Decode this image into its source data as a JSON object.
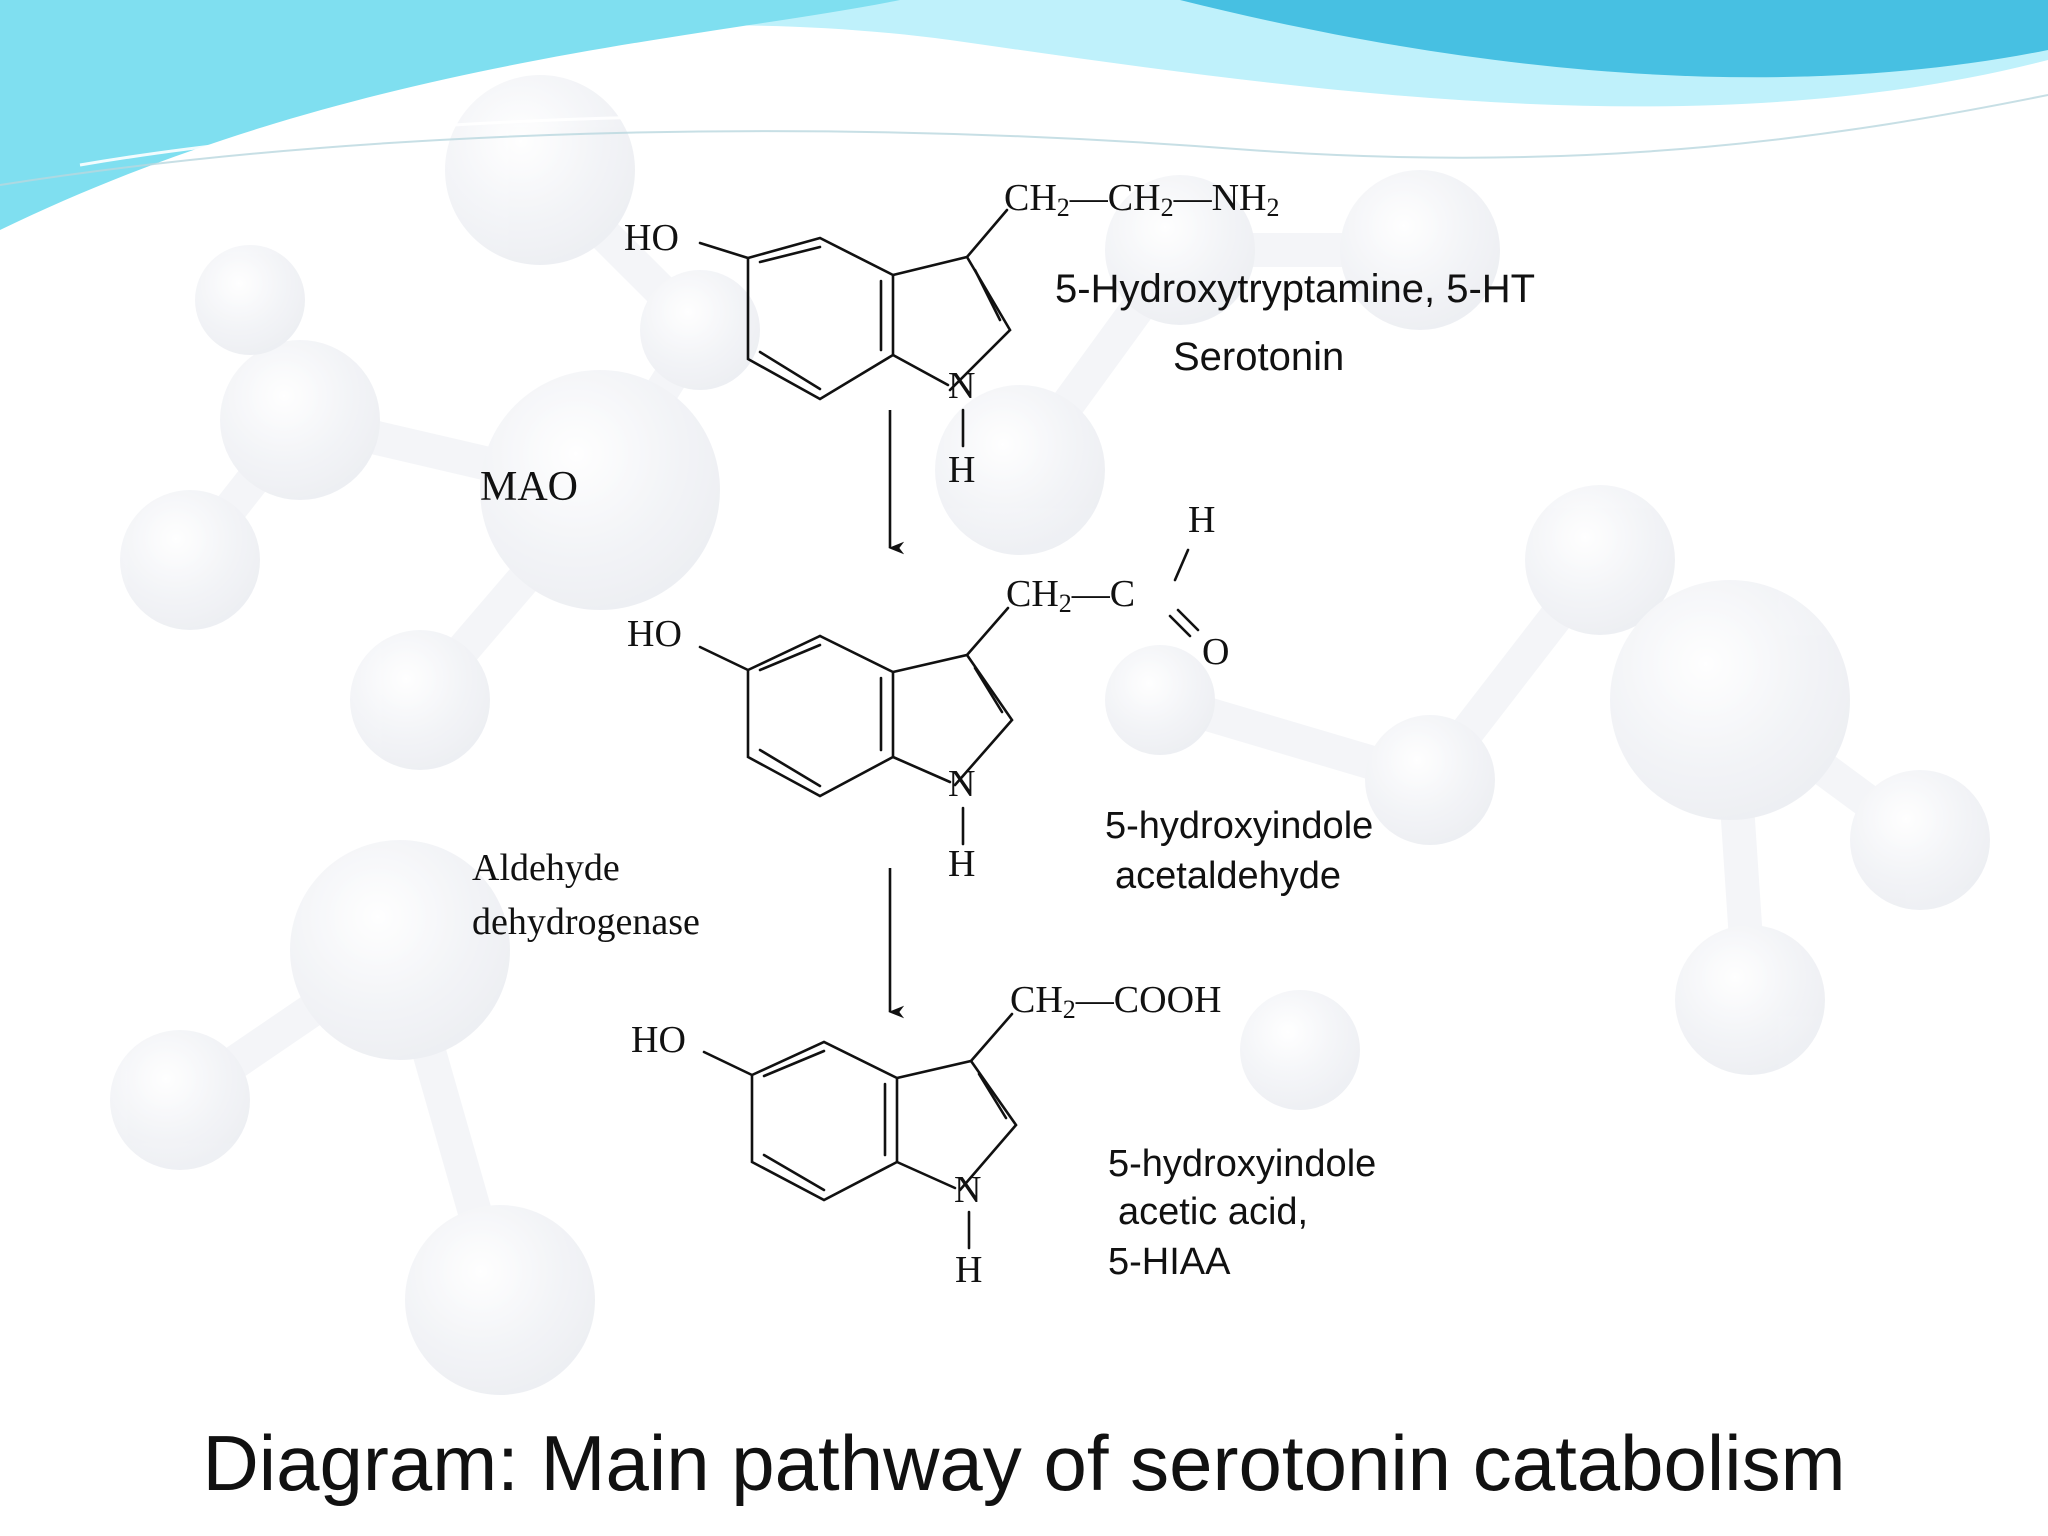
{
  "colors": {
    "wave_light": "#bff1fb",
    "wave_mid": "#7fdff0",
    "wave_dark": "#47c0e2",
    "molecule_ghost": "#eceef3",
    "text": "#111111",
    "serotonin_label": "#9b2b2b",
    "enzyme_label": "#1d1f8a"
  },
  "structures": [
    {
      "name": "serotonin",
      "hydroxyl": "HO",
      "ring_nitrogen": "N",
      "ring_hydrogen": "H",
      "side_chain": [
        "CH",
        "2",
        "—CH",
        "2",
        "—NH",
        "2"
      ],
      "label_lines": [
        "5-Hydroxytryptamine, 5-HT"
      ],
      "alt_name": "Serotonin"
    },
    {
      "name": "5-hydroxyindole-acetaldehyde",
      "hydroxyl": "HO",
      "ring_nitrogen": "N",
      "ring_hydrogen": "H",
      "side_chain": [
        "CH",
        "2",
        "—C"
      ],
      "aldehyde_h": "H",
      "aldehyde_o": "O",
      "label_lines": [
        "5-hydroxyindole",
        "acetaldehyde"
      ]
    },
    {
      "name": "5-hydroxyindole-acetic-acid",
      "hydroxyl": "HO",
      "ring_nitrogen": "N",
      "ring_hydrogen": "H",
      "side_chain": [
        "CH",
        "2",
        "—COOH"
      ],
      "label_lines": [
        "5-hydroxyindole",
        "acetic acid,",
        "5-HIAA"
      ]
    }
  ],
  "enzymes": [
    {
      "lines": [
        "MAO"
      ]
    },
    {
      "lines": [
        "Aldehyde",
        "dehydrogenase"
      ]
    }
  ],
  "caption": "Diagram: Main pathway of serotonin catabolism"
}
